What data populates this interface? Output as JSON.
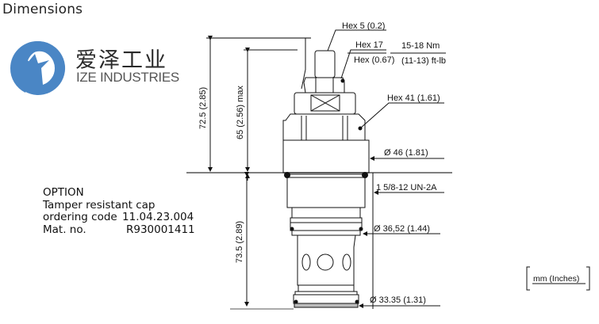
{
  "header": {
    "title": "Dimensions"
  },
  "logo": {
    "icon": "ize-logo-icon",
    "color": "#4a86c5",
    "name_cn": "爱泽工业",
    "name_en": "IZE INDUSTRIES"
  },
  "option_box": {
    "heading": "OPTION",
    "line1": "Tamper resistant cap",
    "ordering_label": "ordering code",
    "ordering_code": "11.04.23.004",
    "mat_label": "Mat. no.",
    "mat_no": "R930001411"
  },
  "dimensions": {
    "hex_top": "Hex 5 (0.2)",
    "hex_mid_top": "Hex  17",
    "hex_mid_bottom": "Hex (0.67)",
    "torque_top": "15-18 Nm",
    "torque_bottom": "(11-13) ft-lb",
    "hex_large": "Hex 41 (1.61)",
    "dia_46": "Ø 46 (1.81)",
    "thread": "1  5/8-12 UN-2A",
    "dia_3652": "Ø 36,52 (1.44)",
    "dia_3335": "Ø 33.35 (1.31)",
    "height_total": "72.5 (2.85)",
    "height_max": "65 (2.56) max",
    "height_lower": "73.5 (2.89)"
  },
  "units_label": "mm (Inches)",
  "colors": {
    "line": "#111111",
    "leader": "#222222",
    "logo_blue": "#4a86c5"
  }
}
